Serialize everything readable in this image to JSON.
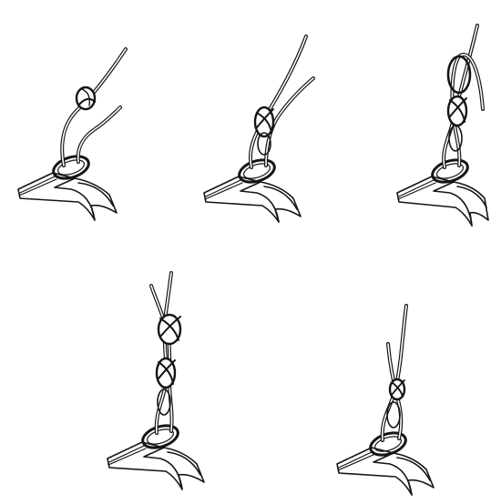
{
  "figure": {
    "steps": [
      {
        "id": "step-1"
      },
      {
        "id": "step-2"
      },
      {
        "id": "step-3"
      },
      {
        "id": "step-4"
      },
      {
        "id": "step-5"
      }
    ],
    "colors": {
      "ink": "#151515",
      "background": "#ffffff"
    },
    "icons": [
      "fabric-tab",
      "metal-ring",
      "cord",
      "knot"
    ]
  }
}
